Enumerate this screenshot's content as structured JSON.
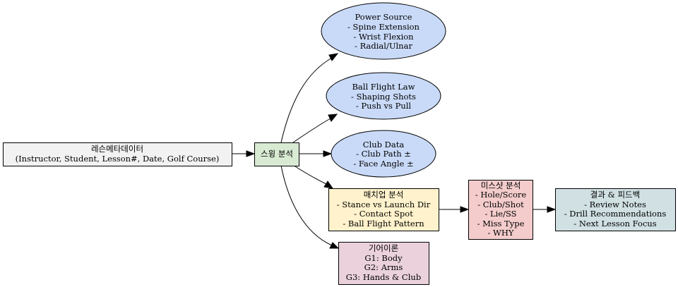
{
  "diagram": {
    "type": "flowchart",
    "nodes": {
      "metadata": {
        "lines": [
          "레슨메타데이터",
          "(Instructor, Student, Lesson#, Date, Golf Course)"
        ],
        "shape": "box",
        "fill": "#f2f2f2"
      },
      "swing": {
        "lines": [
          "스윙 분석"
        ],
        "shape": "box",
        "fill": "#d9ead3"
      },
      "power": {
        "lines": [
          "Power Source",
          "- Spine Extension",
          "- Wrist Flexion",
          "- Radial/Ulnar"
        ],
        "shape": "ellipse",
        "fill": "#c9daf8"
      },
      "ballflight": {
        "lines": [
          "Ball Flight Law",
          "- Shaping Shots",
          "- Push vs Pull"
        ],
        "shape": "ellipse",
        "fill": "#c9daf8"
      },
      "clubdata": {
        "lines": [
          "Club Data",
          "- Club Path ±",
          "- Face Angle ±"
        ],
        "shape": "ellipse",
        "fill": "#c9daf8"
      },
      "matchup": {
        "lines": [
          "매치업 분석",
          "- Stance vs Launch Dir",
          "- Contact Spot",
          "- Ball Flight Pattern"
        ],
        "shape": "box",
        "fill": "#fff2cc"
      },
      "gear": {
        "lines": [
          "기어이론",
          "G1: Body",
          "G2: Arms",
          "G3: Hands & Club"
        ],
        "shape": "box",
        "fill": "#ead1dc"
      },
      "missshot": {
        "lines": [
          "미스샷 분석",
          "- Hole/Score",
          "- Club/Shot",
          "- Lie/SS",
          "- Miss Type",
          "- WHY"
        ],
        "shape": "box",
        "fill": "#f4cccc"
      },
      "result": {
        "lines": [
          "결과 & 피드백",
          "- Review Notes",
          "- Drill Recommendations",
          "- Next Lesson Focus"
        ],
        "shape": "box",
        "fill": "#d0e0e3"
      }
    },
    "edges": [
      {
        "from": "metadata",
        "to": "swing"
      },
      {
        "from": "swing",
        "to": "power"
      },
      {
        "from": "swing",
        "to": "ballflight"
      },
      {
        "from": "swing",
        "to": "clubdata"
      },
      {
        "from": "swing",
        "to": "matchup"
      },
      {
        "from": "swing",
        "to": "gear"
      },
      {
        "from": "matchup",
        "to": "missshot"
      },
      {
        "from": "missshot",
        "to": "result"
      }
    ]
  }
}
